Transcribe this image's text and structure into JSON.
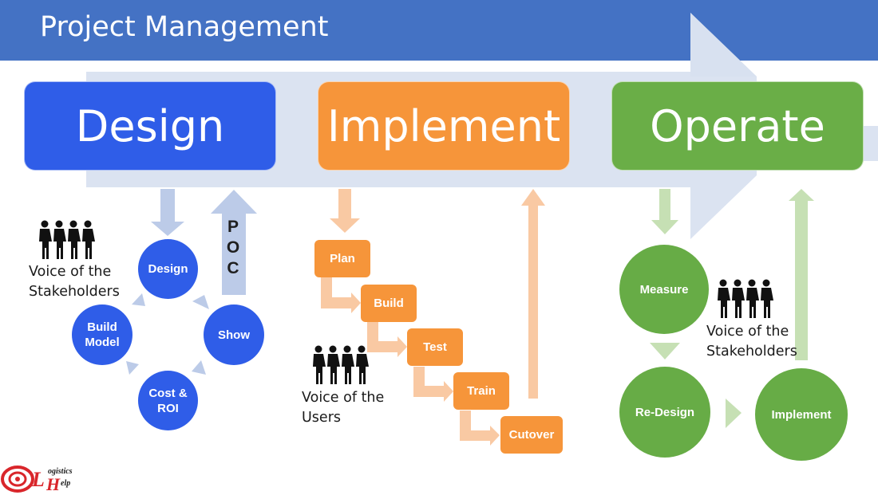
{
  "title": "Project Management",
  "phases": {
    "design": "Design",
    "implement": "Implement",
    "operate": "Operate"
  },
  "design_cycle": {
    "design": "Design",
    "build_model": [
      "Build",
      "Model"
    ],
    "show": "Show",
    "cost_roi": [
      "Cost &",
      "ROI"
    ],
    "poc_letters": [
      "P",
      "O",
      "C"
    ],
    "caption": [
      "Voice of the",
      "Stakeholders"
    ]
  },
  "implement_steps": [
    "Plan",
    "Build",
    "Test",
    "Train",
    "Cutover"
  ],
  "implement_caption": [
    "Voice of the",
    "Users"
  ],
  "operate_cycle": {
    "measure": "Measure",
    "redesign": "Re-Design",
    "implement": "Implement",
    "caption": [
      "Voice of the",
      "Stakeholders"
    ]
  },
  "logo": {
    "line1": "ogistics",
    "line2": "elp",
    "letter_l": "L",
    "letter_h": "H"
  },
  "colors": {
    "header": "#4472c4",
    "design": "#2f5de8",
    "implement": "#f6953a",
    "operate": "#6aae47",
    "big_arrow": "#dbe3f1",
    "light_blue_arrow": "#bccbe8",
    "light_orange_arrow": "#f9c9a3",
    "light_green_arrow": "#c6e0b4"
  }
}
